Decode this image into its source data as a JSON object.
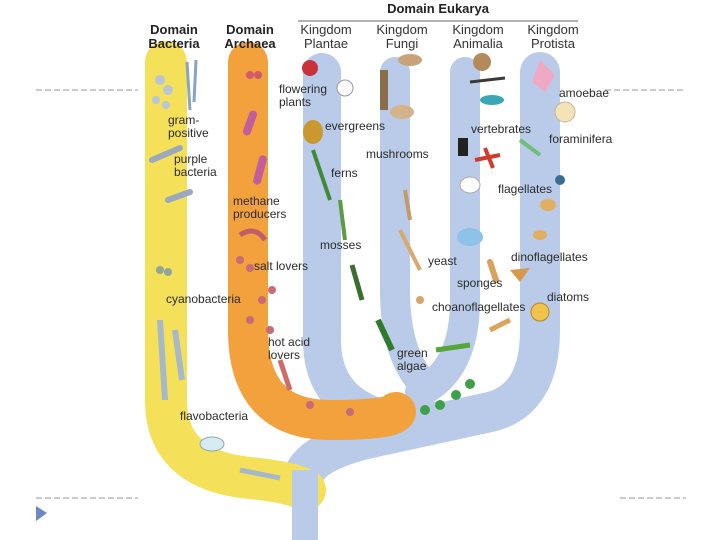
{
  "header": {
    "eukarya": "Domain Eukarya",
    "bacteria": [
      "Domain",
      "Bacteria"
    ],
    "archaea": [
      "Domain",
      "Archaea"
    ],
    "plantae": [
      "Kingdom",
      "Plantae"
    ],
    "fungi": [
      "Kingdom",
      "Fungi"
    ],
    "animalia": [
      "Kingdom",
      "Animalia"
    ],
    "protista": [
      "Kingdom",
      "Protista"
    ]
  },
  "groups": {
    "gram": [
      "gram-",
      "positive"
    ],
    "purple": [
      "purple",
      "bacteria"
    ],
    "cyano": "cyanobacteria",
    "flavo": "flavobacteria",
    "methane": [
      "methane",
      "producers"
    ],
    "salt": "salt lovers",
    "hotacid": [
      "hot acid",
      "lovers"
    ],
    "flowering": [
      "flowering",
      "plants"
    ],
    "evergreens": "evergreens",
    "ferns": "ferns",
    "mosses": "mosses",
    "greenalgae": [
      "green",
      "algae"
    ],
    "mushrooms": "mushrooms",
    "yeast": "yeast",
    "vertebrates": "vertebrates",
    "sponges": "sponges",
    "choano": "choanoflagellates",
    "amoebae": "amoebae",
    "foram": "foraminifera",
    "flagellates": "flagellates",
    "dino": "dinoflagellates",
    "diatoms": "diatoms"
  },
  "colors": {
    "bacteria": "#f5e05a",
    "archaea": "#f3a13c",
    "eukarya": "#b9cbe8"
  },
  "icons": [
    "play-triangle-icon"
  ]
}
